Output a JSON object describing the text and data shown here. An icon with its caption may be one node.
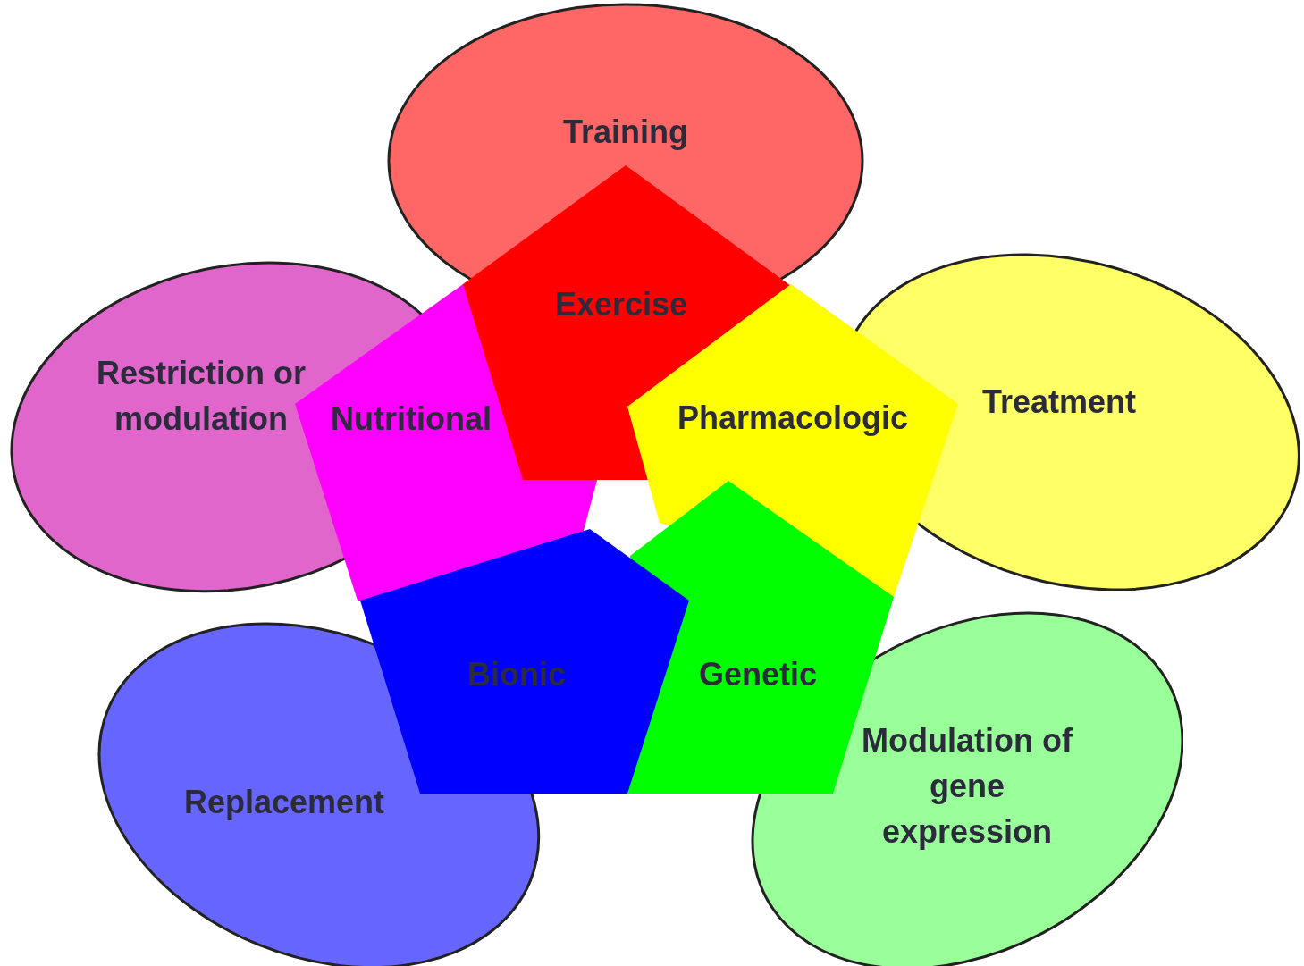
{
  "diagram": {
    "nodes": [
      {
        "text": [
          "Training"
        ]
      },
      {
        "text": [
          "Restriction or modulation"
        ]
      },
      {
        "text": [
          "Exercise"
        ]
      },
      {
        "text": [
          "Treatment"
        ]
      },
      {
        "text": [
          "Nutritional"
        ]
      },
      {
        "text": [
          "Pharmacologic"
        ]
      },
      {
        "text": [
          "Bionic"
        ]
      },
      {
        "text": [
          "Genetic"
        ]
      },
      {
        "text": [
          "Replacement"
        ]
      },
      {
        "text": [
          "Modulation of gene expression"
        ]
      }
    ]
  }
}
